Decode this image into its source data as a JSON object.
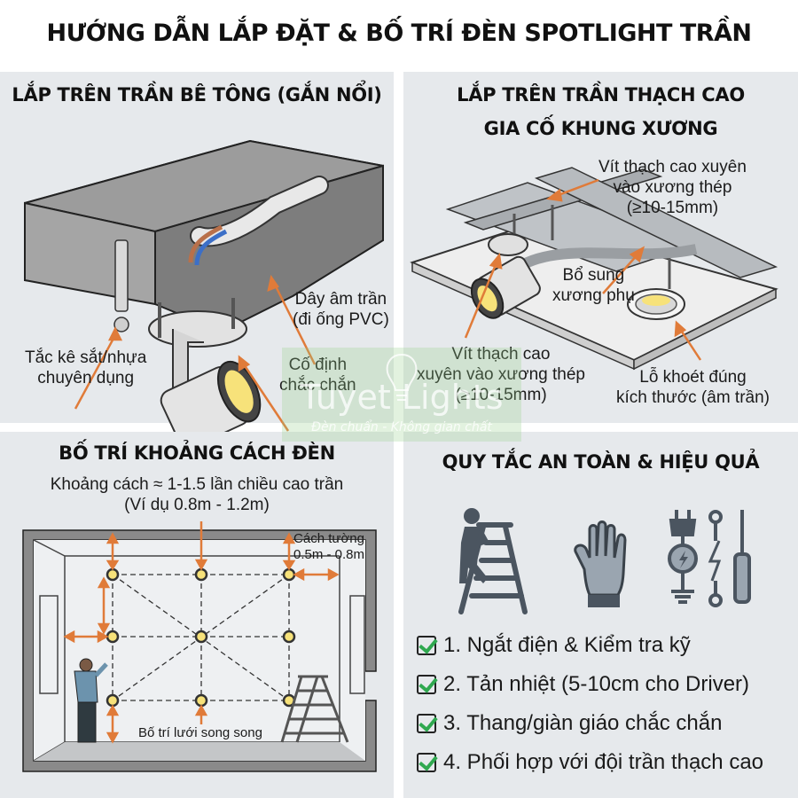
{
  "title": "HƯỚNG DẪN LẮP ĐẶT & BỐ TRÍ ĐÈN SPOTLIGHT TRẦN",
  "panels": {
    "concrete": {
      "title": "LẮP TRÊN TRẦN BÊ TÔNG (GẮN NỔI)",
      "labels": {
        "anchor_line1": "Tắc kê sắt/nhựa",
        "anchor_line2": "chuyên dụng",
        "wire_line1": "Dây âm trần",
        "wire_line2": "(đi ống PVC)",
        "fix_line1": "Cố định",
        "fix_line2": "chắc chắn"
      }
    },
    "gypsum": {
      "title_line1": "LẮP TRÊN TRẦN THẠCH CAO",
      "title_line2": "GIA CỐ KHUNG XƯƠNG",
      "labels": {
        "screw_top_line1": "Vít thạch cao xuyên",
        "screw_top_line2": "vào xương thép",
        "screw_top_line3": "(≥10-15mm)",
        "extra_frame_line1": "Bổ sung",
        "extra_frame_line2": "xương phụ",
        "screw_bottom_line1": "Vít thạch cao",
        "screw_bottom_line2": "xuyên vào xương thép",
        "screw_bottom_line3": "(≥10-15mm)",
        "hole_line1": "Lỗ khoét đúng",
        "hole_line2": "kích thước (âm trần)"
      }
    },
    "spacing": {
      "title": "BỐ TRÍ KHOẢNG CÁCH ĐÈN",
      "subtitle_line1": "Khoảng cách ≈ 1-1.5 lần chiều cao trần",
      "subtitle_line2": "(Ví dụ 0.8m - 1.2m)",
      "wall_line1": "Cách tường",
      "wall_line2": "0.5m - 0.8m",
      "grid_label": "Bố trí lưới song song"
    },
    "safety": {
      "title": "QUY TẮC AN TOÀN & HIỆU QUẢ",
      "icons": [
        "ladder-climber-icon",
        "glove-icon",
        "electrical-tools-icon"
      ],
      "rules": [
        "1. Ngắt điện & Kiểm tra kỹ",
        "2. Tản nhiệt (5-10cm cho Driver)",
        "3. Thang/giàn giáo chắc chắn",
        "4. Phối hợp với đội trần thạch cao"
      ]
    }
  },
  "watermark": {
    "brand": "Tuyet Lights",
    "slogan": "Đèn chuẩn - Không gian chất"
  },
  "colors": {
    "panel_bg": "#e6e9ec",
    "arrow": "#e07b39",
    "check": "#2fa84f",
    "concrete": "#8e8e8e",
    "lamp_glow": "#f7e27a",
    "icon": "#4b5560"
  }
}
